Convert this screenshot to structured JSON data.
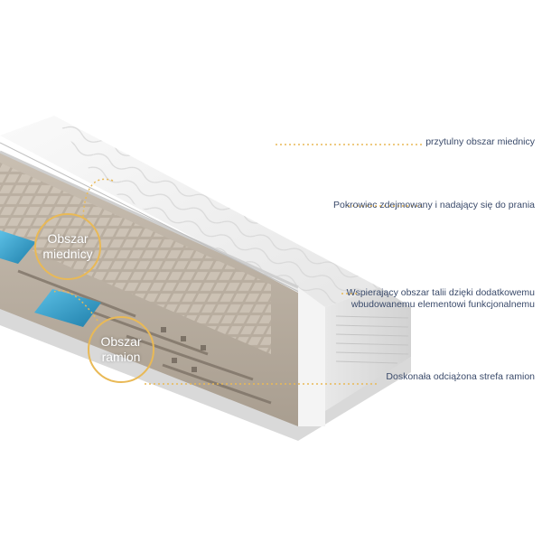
{
  "callouts": {
    "pelvis_support": "przytulny obszar miednicy",
    "removable_cover": "Pokrowiec zdejmowany i nadający się do prania",
    "waist_support_line1": "Wspierający obszar talii dzięki dodatkowemu",
    "waist_support_line2": "wbudowanemu elementowi funkcjonalnemu",
    "shoulder_zone": "Doskonała odciążona strefa ramion"
  },
  "zones": {
    "pelvis_line1": "Obszar",
    "pelvis_line2": "miednicy",
    "shoulder_line1": "Obszar",
    "shoulder_line2": "ramion"
  },
  "colors": {
    "accent": "#e9b956",
    "text": "#3a4a6a",
    "foam": "#b9aea0",
    "insert": "#2f8fb8",
    "cover": "#f2f2f2"
  }
}
